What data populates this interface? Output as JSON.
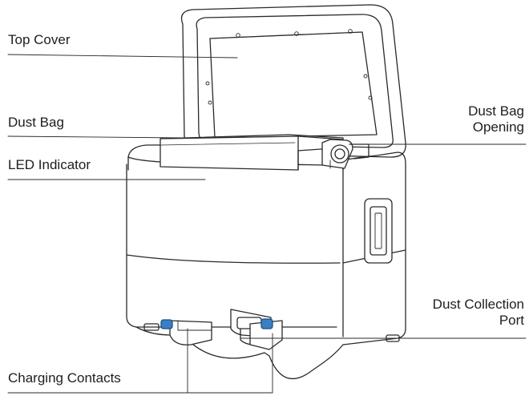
{
  "labels": {
    "top_cover": "Top Cover",
    "dust_bag": "Dust Bag",
    "led_indicator": "LED Indicator",
    "dust_bag_opening_line1": "Dust Bag",
    "dust_bag_opening_line2": "Opening",
    "dust_collection_port_line1": "Dust Collection",
    "dust_collection_port_line2": "Port",
    "charging_contacts": "Charging Contacts"
  },
  "colors": {
    "outline": "#2a2a2a",
    "contact_accent": "#3a7fc4",
    "label_text": "#1e1e1e"
  }
}
